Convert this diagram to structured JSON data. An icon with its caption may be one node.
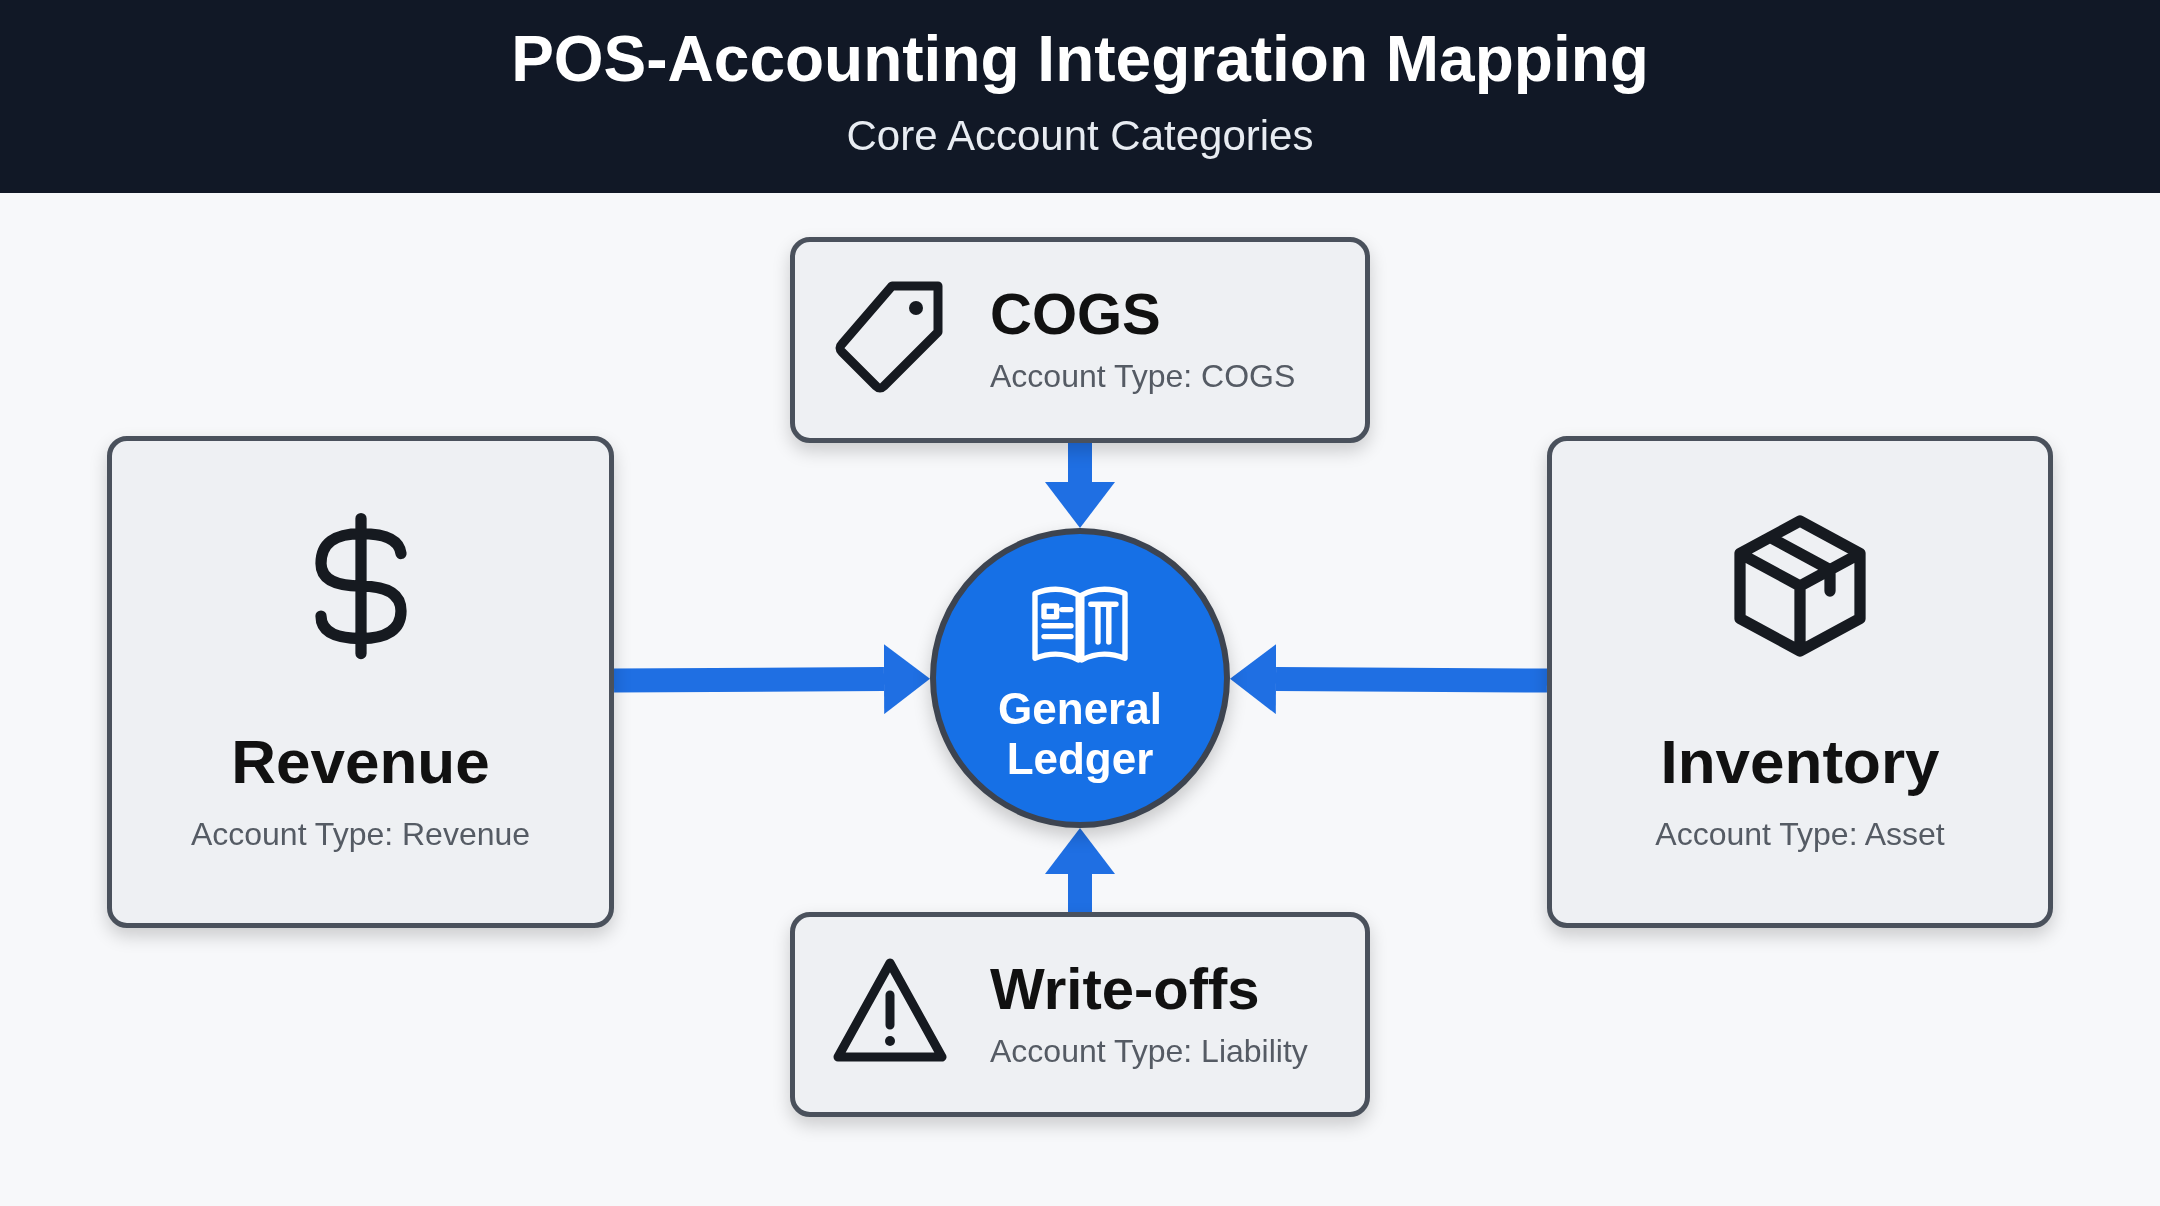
{
  "diagram": {
    "title": "POS-Accounting Integration Mapping",
    "nodes": [
      {
        "text": [
          "COGS",
          "Account Type: COGS"
        ]
      },
      {
        "text": [
          "Revenue",
          "Account Type: Revenue"
        ]
      },
      {
        "text": [
          "General Ledger"
        ]
      },
      {
        "text": [
          "Inventory",
          "Account Type: Asset"
        ]
      },
      {
        "text": [
          "Write-offs",
          "Account Type: Liability"
        ]
      }
    ],
    "edges": [
      {
        "from": 0,
        "to": 2,
        "arrow": "to"
      },
      {
        "from": 1,
        "to": 2,
        "arrow": "to"
      },
      {
        "from": 3,
        "to": 2,
        "arrow": "to"
      },
      {
        "from": 4,
        "to": 2,
        "arrow": "to"
      }
    ],
    "labels": [
      "Core Account Categories"
    ]
  }
}
